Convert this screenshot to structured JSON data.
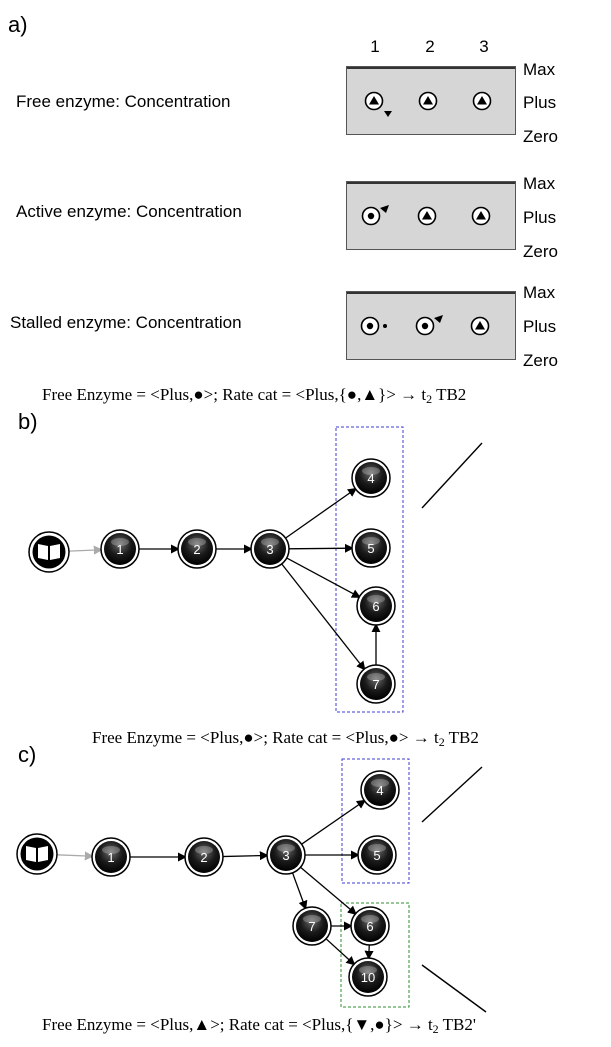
{
  "panel_a": {
    "label": "a)",
    "columns": [
      "1",
      "2",
      "3"
    ],
    "levels": {
      "max": "Max",
      "plus": "Plus",
      "zero": "Zero"
    },
    "rows": [
      {
        "label": "Free enzyme: Concentration"
      },
      {
        "label": "Active enzyme: Concentration"
      },
      {
        "label": "Stalled enzyme: Concentration"
      }
    ]
  },
  "panel_b": {
    "label": "b)",
    "caption_pre": "Free Enzyme = <Plus,●>; Rate cat = <Plus,{●,▲}> → t",
    "caption_sub": "2",
    "caption_post": " TB2",
    "nodes": [
      "1",
      "2",
      "3",
      "4",
      "5",
      "6",
      "7"
    ]
  },
  "panel_c": {
    "label": "c)",
    "caption_pre": "Free Enzyme = <Plus,●>; Rate cat = <Plus,●> → t",
    "caption_sub": "2",
    "caption_post": " TB2",
    "nodes": [
      "1",
      "2",
      "3",
      "4",
      "5",
      "6",
      "7",
      "10"
    ]
  },
  "bottom_caption": {
    "pre": "Free Enzyme = <Plus,▲>; Rate cat = <Plus,{▼,●}> → t",
    "sub": "2",
    "post": " TB2'"
  },
  "colors": {
    "box_b": "#3b3bd6",
    "box_c_top": "#3b3bd6",
    "box_c_bottom": "#2f8f2f"
  }
}
